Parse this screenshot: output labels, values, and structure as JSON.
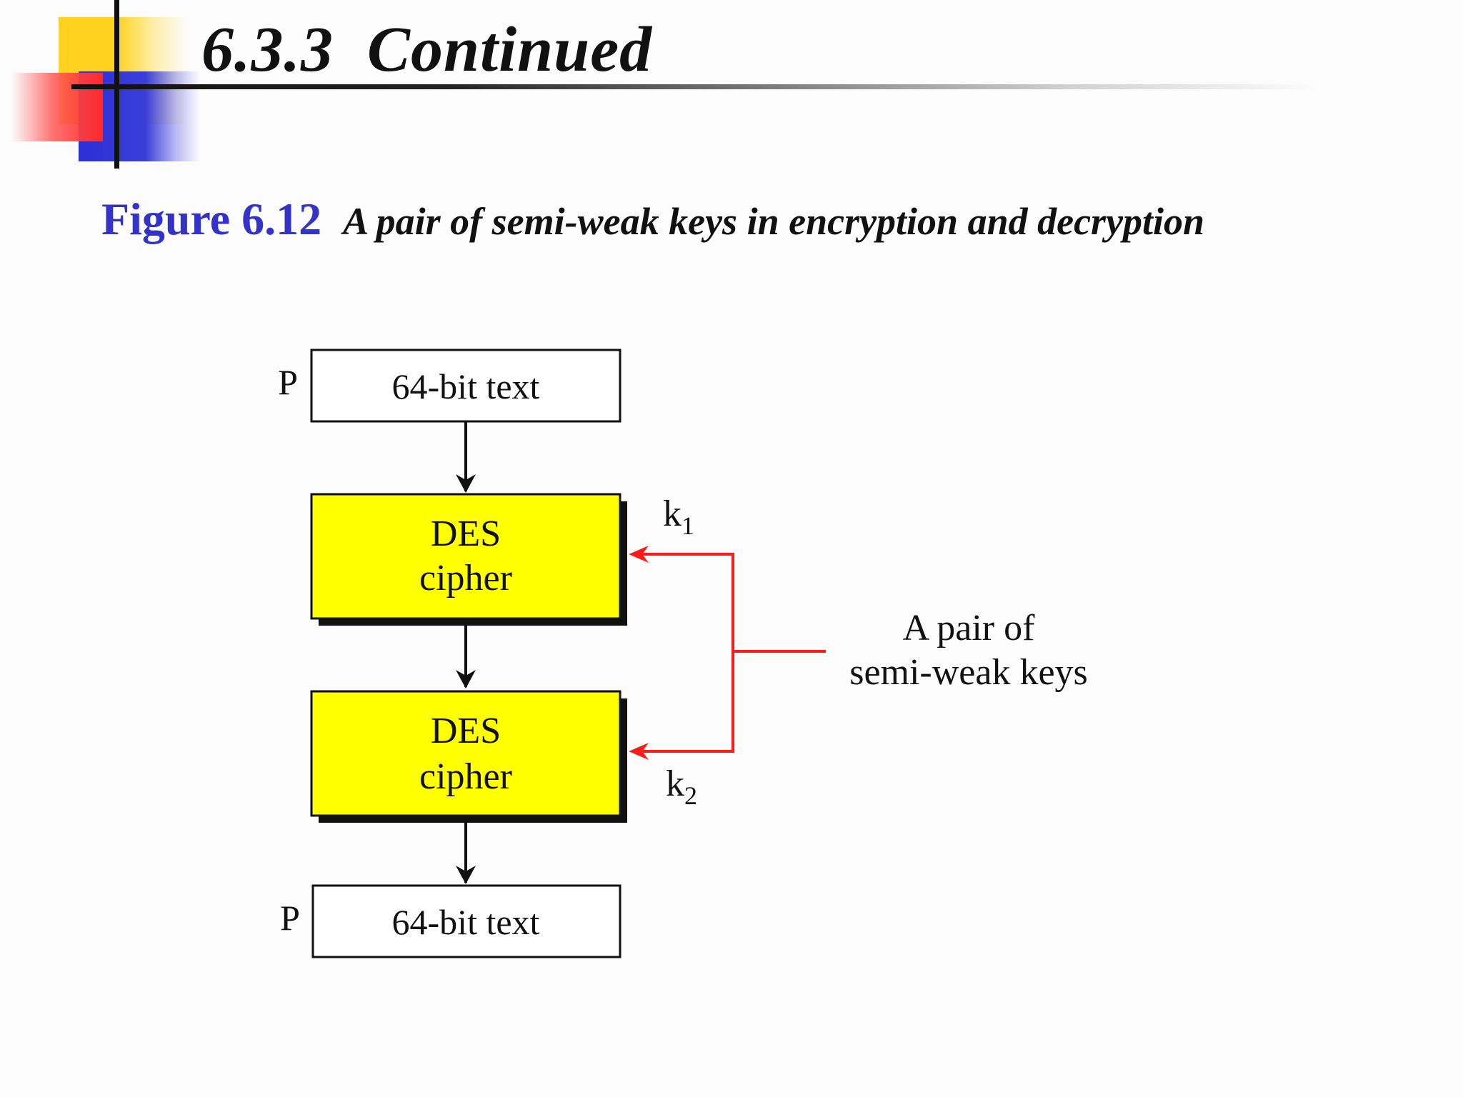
{
  "slide": {
    "title": "6.3.3  Continued"
  },
  "figure": {
    "label": "Figure 6.12",
    "caption": "A pair of semi-weak keys in encryption and decryption"
  },
  "diagram": {
    "input": {
      "side_label": "P",
      "text": "64-bit text"
    },
    "cipher1": {
      "line1": "DES",
      "line2": "cipher"
    },
    "cipher2": {
      "line1": "DES",
      "line2": "cipher"
    },
    "output": {
      "side_label": "P",
      "text": "64-bit text"
    },
    "key1": {
      "letter": "k",
      "sub": "1"
    },
    "key2": {
      "letter": "k",
      "sub": "2"
    },
    "keys_note": {
      "line1": "A pair of",
      "line2": "semi-weak keys"
    },
    "colors": {
      "cipher_fill": "#ffff00",
      "key_arrow": "#ff1a1a",
      "figure_label": "#3333cc",
      "deco_yellow": "#ffd21f",
      "deco_blue": "#2b2fd6",
      "deco_red": "#ff2a2a"
    }
  }
}
